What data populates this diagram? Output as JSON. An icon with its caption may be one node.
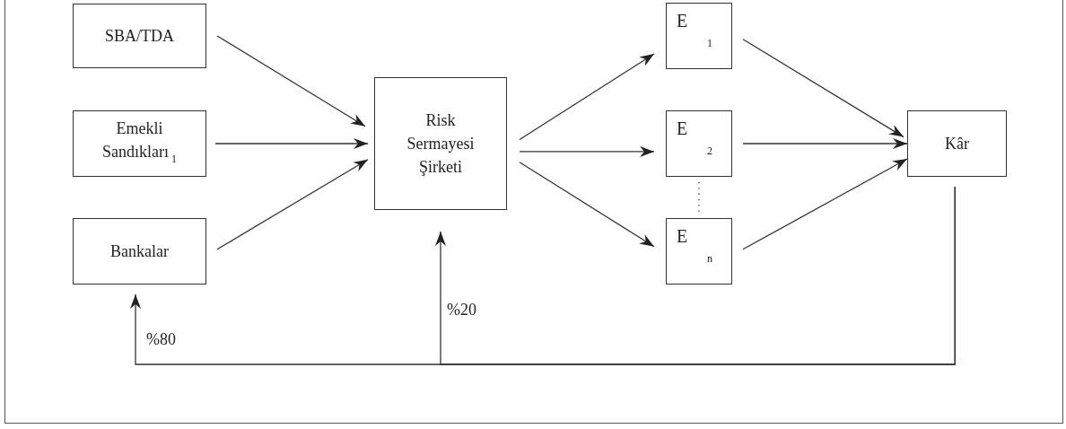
{
  "diagram": {
    "nodes": [
      {
        "text": [
          "SBA/TDA"
        ]
      },
      {
        "text": [
          "Emekli Sandıkları$_{1}$"
        ]
      },
      {
        "text": [
          "Bankalar"
        ]
      },
      {
        "text": [
          "Risk Sermayesi Şirketi"
        ]
      },
      {
        "text": [
          "E$_{1}$"
        ]
      },
      {
        "text": [
          "E$_{2}$"
        ]
      },
      {
        "text": [
          "E$_{n}$"
        ]
      },
      {
        "text": [
          "Kâr"
        ]
      }
    ],
    "edges": [
      {
        "from": 0,
        "to": 3,
        "arrow": "to"
      },
      {
        "from": 1,
        "to": 3,
        "arrow": "to"
      },
      {
        "from": 2,
        "to": 3,
        "arrow": "to"
      },
      {
        "from": 3,
        "to": 4,
        "arrow": "to"
      },
      {
        "from": 3,
        "to": 5,
        "arrow": "to"
      },
      {
        "from": 3,
        "to": 6,
        "arrow": "to"
      },
      {
        "from": 4,
        "to": 7,
        "arrow": "to"
      },
      {
        "from": 5,
        "to": 7,
        "arrow": "to"
      },
      {
        "from": 6,
        "to": 7,
        "arrow": "to"
      },
      {
        "from": 7,
        "to": 2,
        "arrow": "to",
        "label": "%80"
      },
      {
        "from": 7,
        "to": 3,
        "arrow": "to",
        "label": "%20"
      },
      {
        "from": 5,
        "to": 6,
        "arrow": "none",
        "style": "dashed"
      }
    ]
  }
}
